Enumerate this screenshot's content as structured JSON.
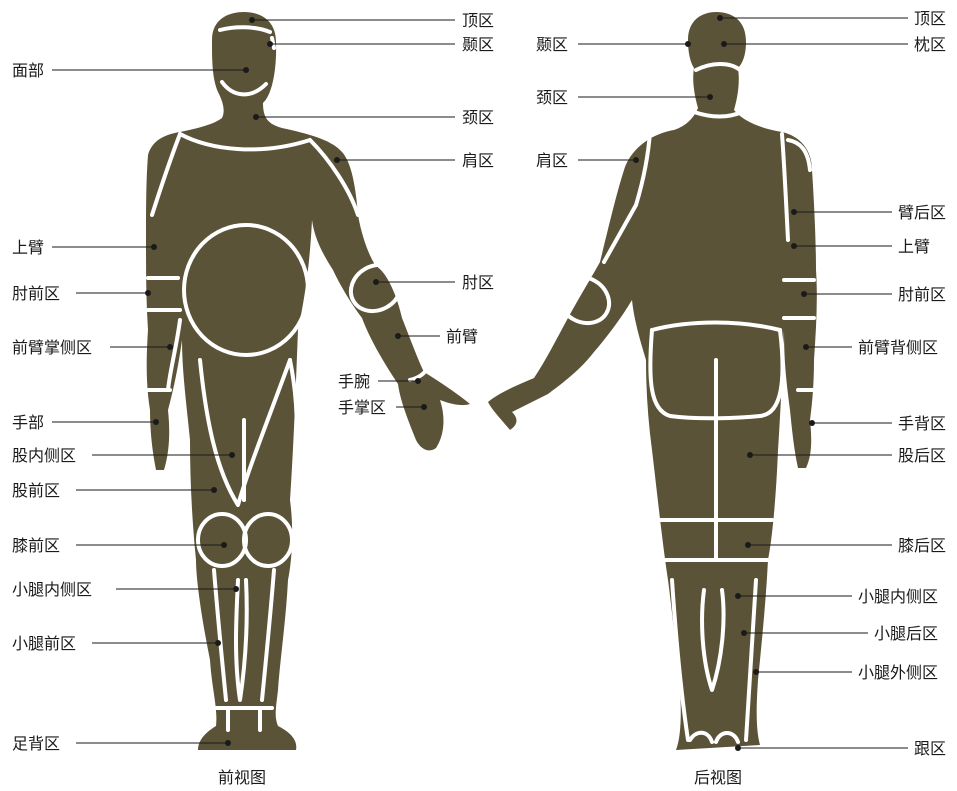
{
  "front": {
    "caption": "前视图",
    "labels": [
      "顶区",
      "颞区",
      "面部",
      "颈区",
      "肩区",
      "上臂",
      "肘区",
      "肘前区",
      "前臂",
      "前臂掌侧区",
      "手腕",
      "手掌区",
      "手部",
      "股内侧区",
      "股前区",
      "膝前区",
      "小腿内侧区",
      "小腿前区",
      "足背区"
    ]
  },
  "back": {
    "caption": "后视图",
    "labels": [
      "顶区",
      "颞区",
      "枕区",
      "颈区",
      "肩区",
      "臂后区",
      "上臂",
      "肘前区",
      "前臂背侧区",
      "手背区",
      "股后区",
      "膝后区",
      "小腿内侧区",
      "小腿后区",
      "小腿外侧区",
      "跟区"
    ]
  },
  "colors": {
    "body": "#5b5338",
    "seam": "#ffffff",
    "text": "#1a1a1a"
  }
}
